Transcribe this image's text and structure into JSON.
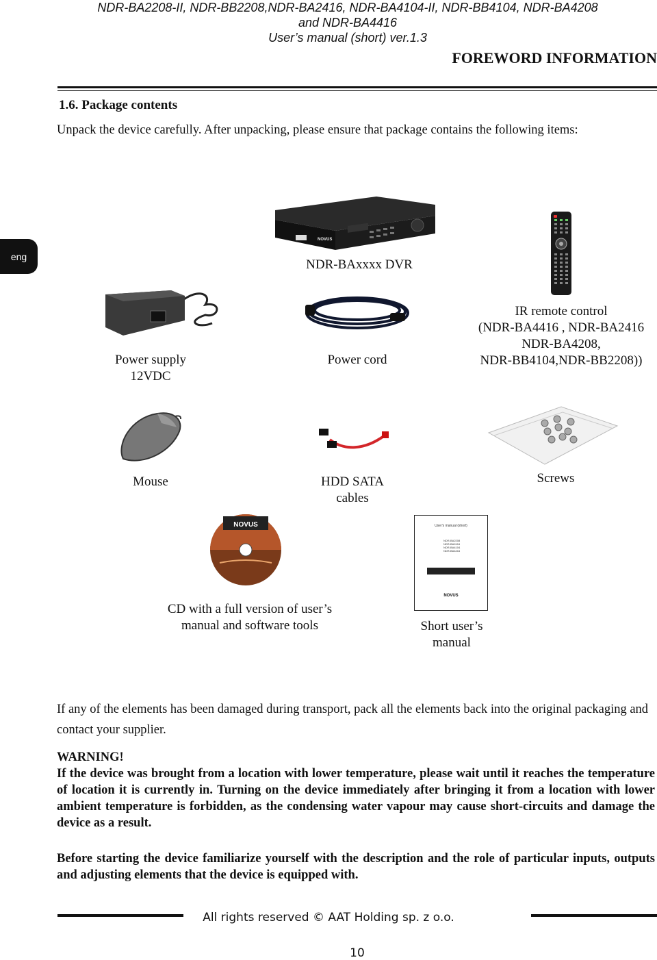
{
  "header": {
    "line1": "NDR-BA2208-II, NDR-BB2208,NDR-BA2416, NDR-BA4104-II, NDR-BB4104, NDR-BA4208",
    "line2": "and NDR-BA4416",
    "line3": "User’s manual (short) ver.1.3",
    "section_title": "FOREWORD INFORMATION"
  },
  "side_tab": "eng",
  "section": {
    "heading": "1.6.  Package contents",
    "intro": "Unpack the device carefully. After unpacking, please ensure that package contains the following items:"
  },
  "items": {
    "dvr": "NDR-BAxxxx DVR",
    "power_supply": [
      "Power supply",
      "12VDC"
    ],
    "power_cord": "Power cord",
    "remote": [
      "IR remote control",
      "(NDR-BA4416 , NDR-BA2416",
      "NDR-BA4208,",
      "NDR-BB4104,NDR-BB2208))"
    ],
    "mouse": "Mouse",
    "hdd": [
      "HDD SATA",
      "cables"
    ],
    "screws": "Screws",
    "cd": [
      "CD with a full version of user’s",
      "manual and software tools"
    ],
    "manual": [
      "Short user’s",
      "manual"
    ]
  },
  "booklet": {
    "title": "User's manual (short)",
    "models": [
      "NDR-BA2208",
      "NDR-BA2416",
      "NDR-BA4104",
      "NDR-BA4416"
    ],
    "brand": "NOVUS"
  },
  "cd_brand": "NOVUS",
  "dvr_brand": "NOVUS",
  "damage_note": "If any of the elements has been damaged during transport, pack all the elements back into the original packaging and contact your supplier.",
  "warning": {
    "title": "WARNING!",
    "text": "If the device was brought from a location with lower temperature, please wait until it reaches the temperature of location it is currently in. Turning on the device immediately after bringing it from a location with lower ambient temperature is forbidden, as the condensing water vapour may cause short-circuits and damage the device as a result."
  },
  "before_note": "Before starting the device familiarize yourself with the description and the role of particular inputs, outputs and adjusting elements that the device is equipped with.",
  "footer": "All rights reserved © AAT Holding sp. z o.o.",
  "page_number": "10"
}
